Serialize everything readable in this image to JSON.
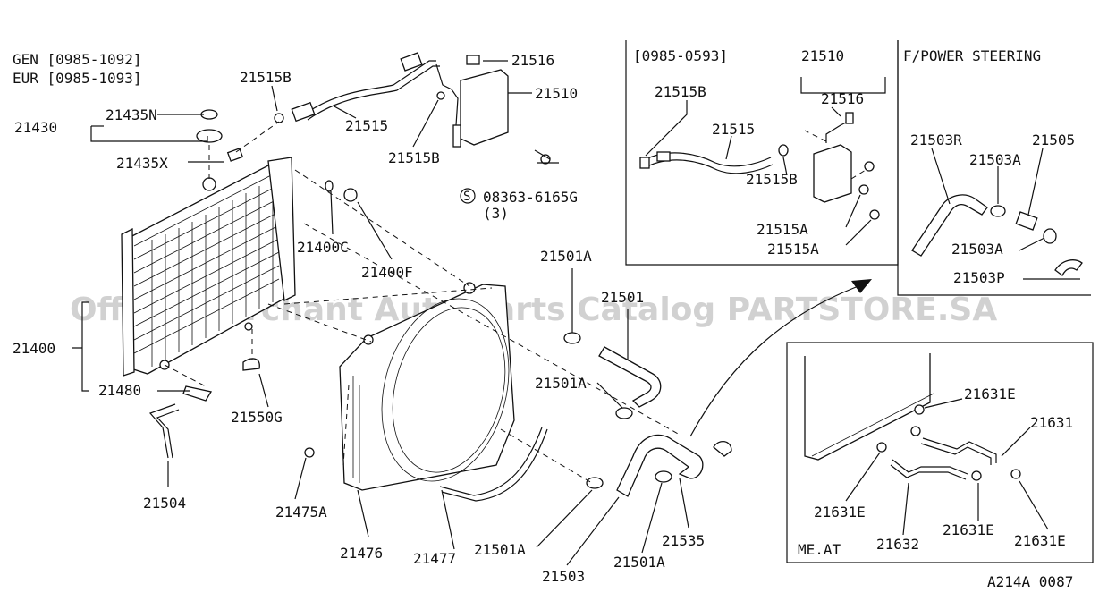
{
  "header": {
    "gen_line": "GEN [0985-1092]",
    "eur_line": "EUR [0985-1093]"
  },
  "watermark": "Offers Merchant Auto Parts Catalog PARTSTORE.SA",
  "inset_top": {
    "period": "[0985-0593]"
  },
  "inset_power": {
    "title": "F/POWER STEERING"
  },
  "inset_meat": {
    "title": "ME.AT"
  },
  "drawing_code": "A214A 0087",
  "labels": {
    "p21430": "21430",
    "p21435N": "21435N",
    "p21435X": "21435X",
    "p21515B_a": "21515B",
    "p21515": "21515",
    "p21515B_b": "21515B",
    "p21516": "21516",
    "p21510": "21510",
    "p08363": "08363-6165G",
    "p08363_qty": "(3)",
    "p21400C": "21400C",
    "p21400F": "21400F",
    "p21400": "21400",
    "p21480": "21480",
    "p21550G": "21550G",
    "p21504": "21504",
    "p21475A": "21475A",
    "p21476": "21476",
    "p21477": "21477",
    "p21501A_top": "21501A",
    "p21501": "21501",
    "p21501A_mid": "21501A",
    "p21501A_bl": "21501A",
    "p21503": "21503",
    "p21501A_br": "21501A",
    "p21535": "21535",
    "t21515B": "21515B",
    "t21515": "21515",
    "t21510": "21510",
    "t21516": "21516",
    "t21515B_b": "21515B",
    "t21515A_a": "21515A",
    "t21515A_b": "21515A",
    "ps21503R": "21503R",
    "ps21505": "21505",
    "ps21503A_a": "21503A",
    "ps21503A_b": "21503A",
    "ps21503P": "21503P",
    "m21631E_a": "21631E",
    "m21631": "21631",
    "m21631E_b": "21631E",
    "m21632": "21632",
    "m21631E_c": "21631E",
    "m21631E_d": "21631E"
  }
}
